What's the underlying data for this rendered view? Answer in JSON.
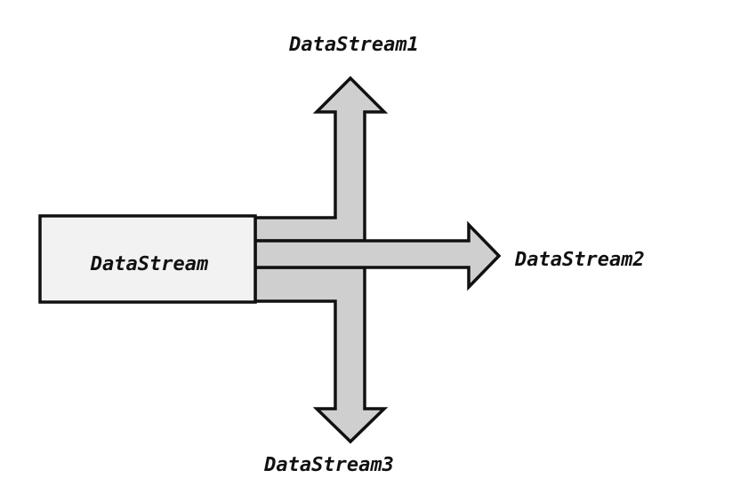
{
  "source": {
    "label": "DataStream"
  },
  "outputs": [
    {
      "label": "DataStream1",
      "direction": "up"
    },
    {
      "label": "DataStream2",
      "direction": "right"
    },
    {
      "label": "DataStream3",
      "direction": "down"
    }
  ],
  "colors": {
    "arrow_fill": "#d0cfd0",
    "box_fill": "#f2f2f2",
    "stroke": "#111111"
  }
}
